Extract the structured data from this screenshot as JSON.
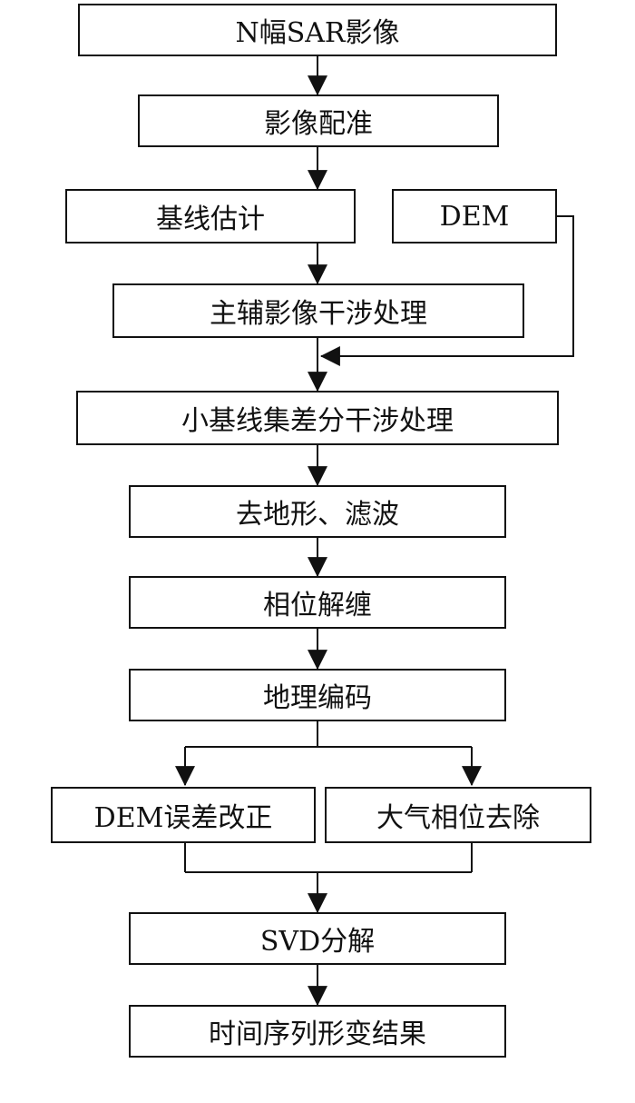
{
  "diagram": {
    "nodes": {
      "n_sar_images": "N幅SAR影像",
      "image_registration": "影像配准",
      "baseline_estimation": "基线估计",
      "dem": "DEM",
      "master_slave_interferometry": "主辅影像干涉处理",
      "sbas_interferometry": "小基线集差分干涉处理",
      "remove_topography_filtering": "去地形、滤波",
      "phase_unwrapping": "相位解缠",
      "geocoding": "地理编码",
      "dem_error_correction": "DEM误差改正",
      "atmospheric_phase_removal": "大气相位去除",
      "svd_decomposition": "SVD分解",
      "time_series_deformation": "时间序列形变结果"
    },
    "edges": [
      [
        "n_sar_images",
        "image_registration"
      ],
      [
        "image_registration",
        "baseline_estimation"
      ],
      [
        "baseline_estimation",
        "master_slave_interferometry"
      ],
      [
        "master_slave_interferometry",
        "sbas_interferometry"
      ],
      [
        "dem",
        "sbas_interferometry"
      ],
      [
        "sbas_interferometry",
        "remove_topography_filtering"
      ],
      [
        "remove_topography_filtering",
        "phase_unwrapping"
      ],
      [
        "phase_unwrapping",
        "geocoding"
      ],
      [
        "geocoding",
        "dem_error_correction"
      ],
      [
        "geocoding",
        "atmospheric_phase_removal"
      ],
      [
        "dem_error_correction",
        "svd_decomposition"
      ],
      [
        "atmospheric_phase_removal",
        "svd_decomposition"
      ],
      [
        "svd_decomposition",
        "time_series_deformation"
      ]
    ]
  }
}
